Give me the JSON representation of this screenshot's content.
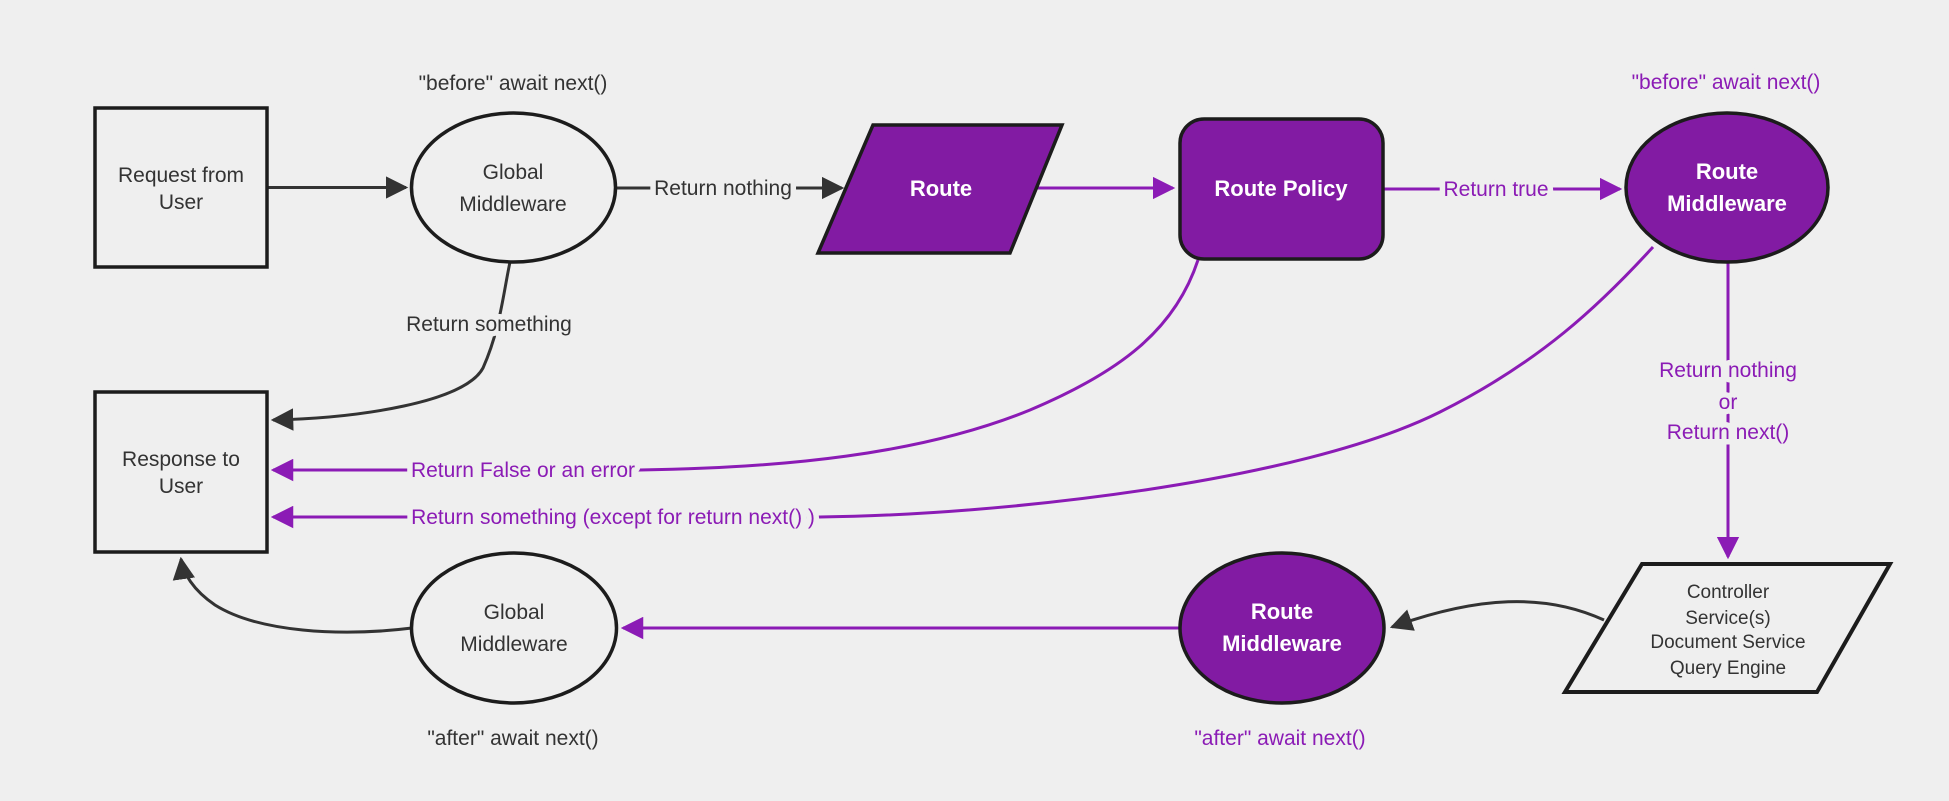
{
  "diagram": {
    "title": "Request flow through global middlewares, route policies and route middlewares",
    "background": "#efefef",
    "colors": {
      "purple_fill": "#821ba3",
      "purple_line": "#8b1bb5",
      "dark_line": "#333333",
      "node_border": "#1c1c1c",
      "white_text": "#ffffff",
      "dark_text": "#333333"
    },
    "nodes": {
      "request": {
        "line1": "Request from",
        "line2": "User"
      },
      "global_middleware_top": {
        "line1": "Global",
        "line2": "Middleware"
      },
      "route": {
        "label": "Route"
      },
      "route_policy": {
        "label": "Route Policy"
      },
      "route_middleware_top": {
        "line1": "Route",
        "line2": "Middleware"
      },
      "services": {
        "line1": "Controller",
        "line2": "Service(s)",
        "line3": "Document Service",
        "line4": "Query Engine"
      },
      "route_middleware_bottom": {
        "line1": "Route",
        "line2": "Middleware"
      },
      "global_middleware_bottom": {
        "line1": "Global",
        "line2": "Middleware"
      },
      "response": {
        "line1": "Response to",
        "line2": "User"
      }
    },
    "labels": {
      "before_await_next_global": "\"before\" await next()",
      "before_await_next_route": "\"before\" await next()",
      "after_await_next_route": "\"after\" await next()",
      "after_await_next_global": "\"after\" await next()",
      "return_nothing": "Return nothing",
      "return_true": "Return true",
      "return_something": "Return something",
      "return_nothing_or_1": "Return nothing",
      "return_nothing_or_2": "or",
      "return_nothing_or_3": "Return next()",
      "return_false": "Return False or an error",
      "return_something_except": "Return something (except for return next() )"
    }
  }
}
